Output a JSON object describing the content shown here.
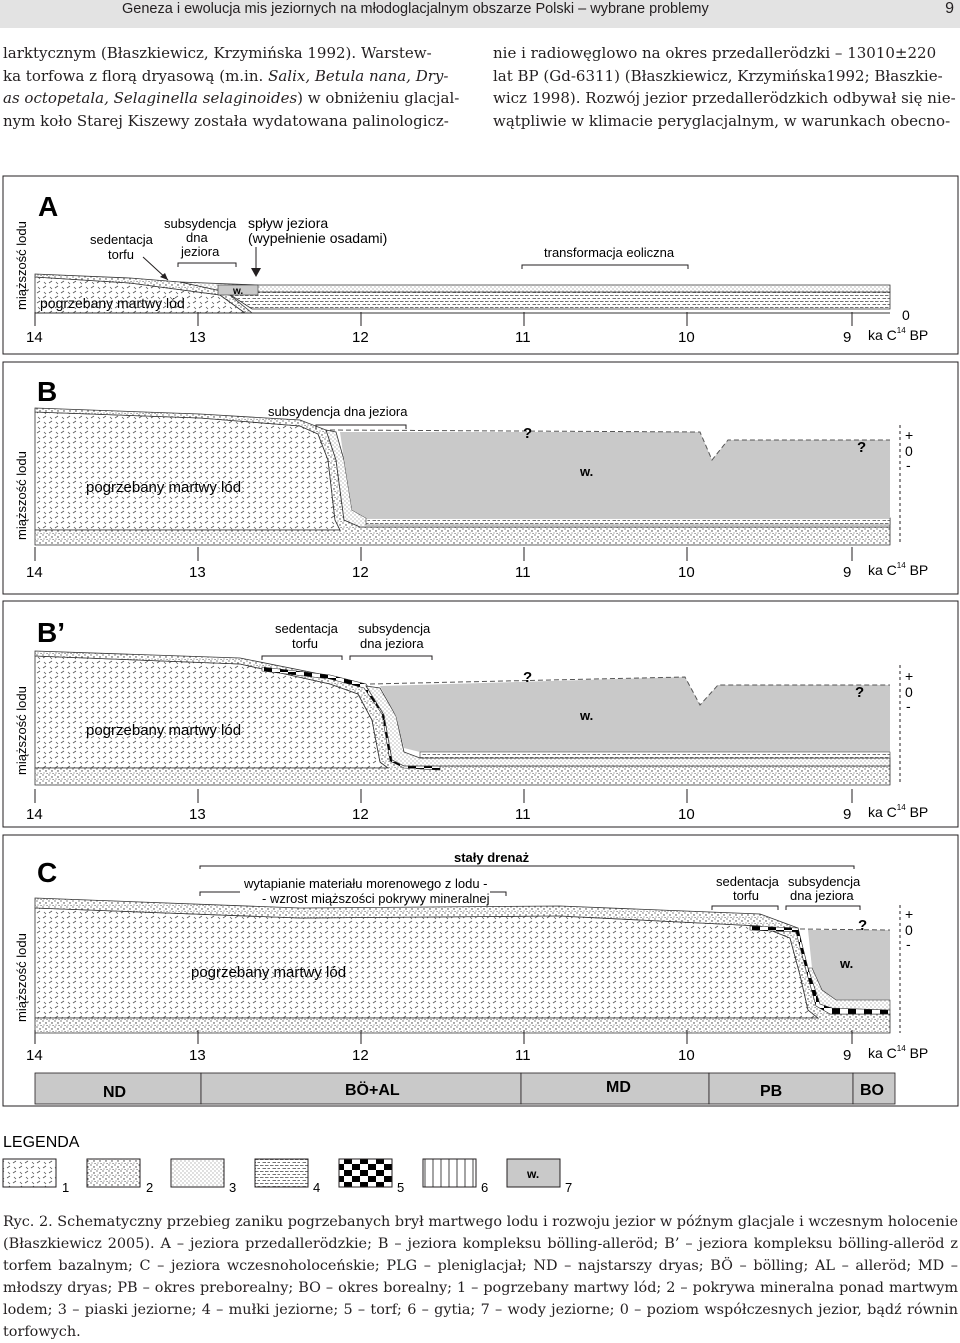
{
  "header": {
    "running_title": "Geneza i ewolucja mis jeziornych  na młodoglacjalnym obszarze Polski – wybrane problemy",
    "page_number": "9"
  },
  "text": {
    "left_p1": "larktycznym (Błaszkiewicz, Krzymińska 1992). Warstew-",
    "left_p2": "ka torfowa z florą dryasową (m.in. ",
    "left_p2_it": "Salix, Betula nana, Dry-",
    "left_p3_it": "as octopetala, Selaginella selaginoides",
    "left_p3": ") w obniżeniu glacjal-",
    "left_p4": "nym koło Starej Kiszewy została wydatowana palinologicz-",
    "right_p1": "nie i radiowęglowo na okres przedallerödzki – 13010±220",
    "right_p2": "lat BP (Gd-6311) (Błaszkiewicz, Krzymińska1992; Błaszkie-",
    "right_p3": "wicz 1998). Rozwój jezior przedallerödzkich odbywał się nie-",
    "right_p4": "wątpliwie w klimacie peryglacjalnym, w warunkach obecno-"
  },
  "figure": {
    "ylabel": "miąższość lodu",
    "time_axis": {
      "ticks": [
        "14",
        "13",
        "12",
        "11",
        "10",
        "9"
      ],
      "unit": "ka C",
      "unit_sup": "14",
      "unit_suffix": "BP"
    },
    "panels": {
      "A": {
        "letter": "A",
        "label_sedentacja_1": "sedentacja",
        "label_sedentacja_2": "torfu",
        "label_subsydencja_1": "subsydencja",
        "label_subsydencja_2": "dna",
        "label_subsydencja_3": "jeziora",
        "label_splyw_1": "spływ jeziora",
        "label_splyw_2": "(wypełnienie osadami)",
        "label_transformacja": "transformacja eoliczna",
        "label_ice": "pogrzebany martwy lód",
        "label_water": "w.",
        "level_zero": "0"
      },
      "B": {
        "letter": "B",
        "label_subsydencja": "subsydencja dna jeziora",
        "label_ice": "pogrzebany martwy lód",
        "label_water": "w.",
        "q1": "?",
        "q2": "?",
        "plus": "+",
        "zero": "0",
        "minus": "-"
      },
      "B2": {
        "letter": "B’",
        "label_sedentacja_1": "sedentacja",
        "label_sedentacja_2": "torfu",
        "label_subsydencja_1": "subsydencja",
        "label_subsydencja_2": "dna jeziora",
        "label_ice": "pogrzebany martwy lód",
        "label_water": "w.",
        "q1": "?",
        "q2": "?",
        "plus": "+",
        "zero": "0",
        "minus": "-"
      },
      "C": {
        "letter": "C",
        "label_drenaz": "stały drenaż",
        "label_wytapianie_1": "wytapianie materiału morenowego z lodu -",
        "label_wytapianie_2": "- wzrost miąższości pokrywy mineralnej",
        "label_sedentacja_1": "sedentacja",
        "label_sedentacja_2": "torfu",
        "label_subsydencja_1": "subsydencja",
        "label_subsydencja_2": "dna jeziora",
        "label_ice": "pogrzebany martwy lód",
        "label_water": "w.",
        "q1": "?",
        "plus": "+",
        "zero": "0",
        "minus": "-"
      }
    },
    "periods": [
      "ND",
      "BÖ+AL",
      "MD",
      "PB",
      "BO"
    ],
    "legend": {
      "title": "LEGENDA",
      "items": [
        "1",
        "2",
        "3",
        "4",
        "5",
        "6",
        "7"
      ],
      "water_symbol": "w."
    }
  },
  "caption": {
    "label": "Ryc. 2.",
    "text": " Schematyczny przebieg zaniku pogrzebanych brył martwego lodu i rozwoju jezior w późnym glacjale i wczesnym holocenie (Błaszkiewicz 2005). A – jeziora przedallerödzkie; B – jeziora kompleksu bölling-alleröd; B’ – jeziora kompleksu bölling-alleröd z torfem bazalnym; C – jeziora wczesnoholoceńskie; PLG – pleniglacjał; ND – najstarszy dryas; BÖ – bölling; AL – alleröd; MD – młodszy dryas; PB – okres preborealny; BO – okres borealny; 1 – pogrzebany martwy lód; 2 – pokrywa mineralna ponad martwym lodem; 3 – piaski jeziorne; 4 – mułki jeziorne; 5 – torf; 6 – gytia; 7 – wody jeziorne; 0 – poziom współczesnych jezior, bądź równin torfowych."
  }
}
